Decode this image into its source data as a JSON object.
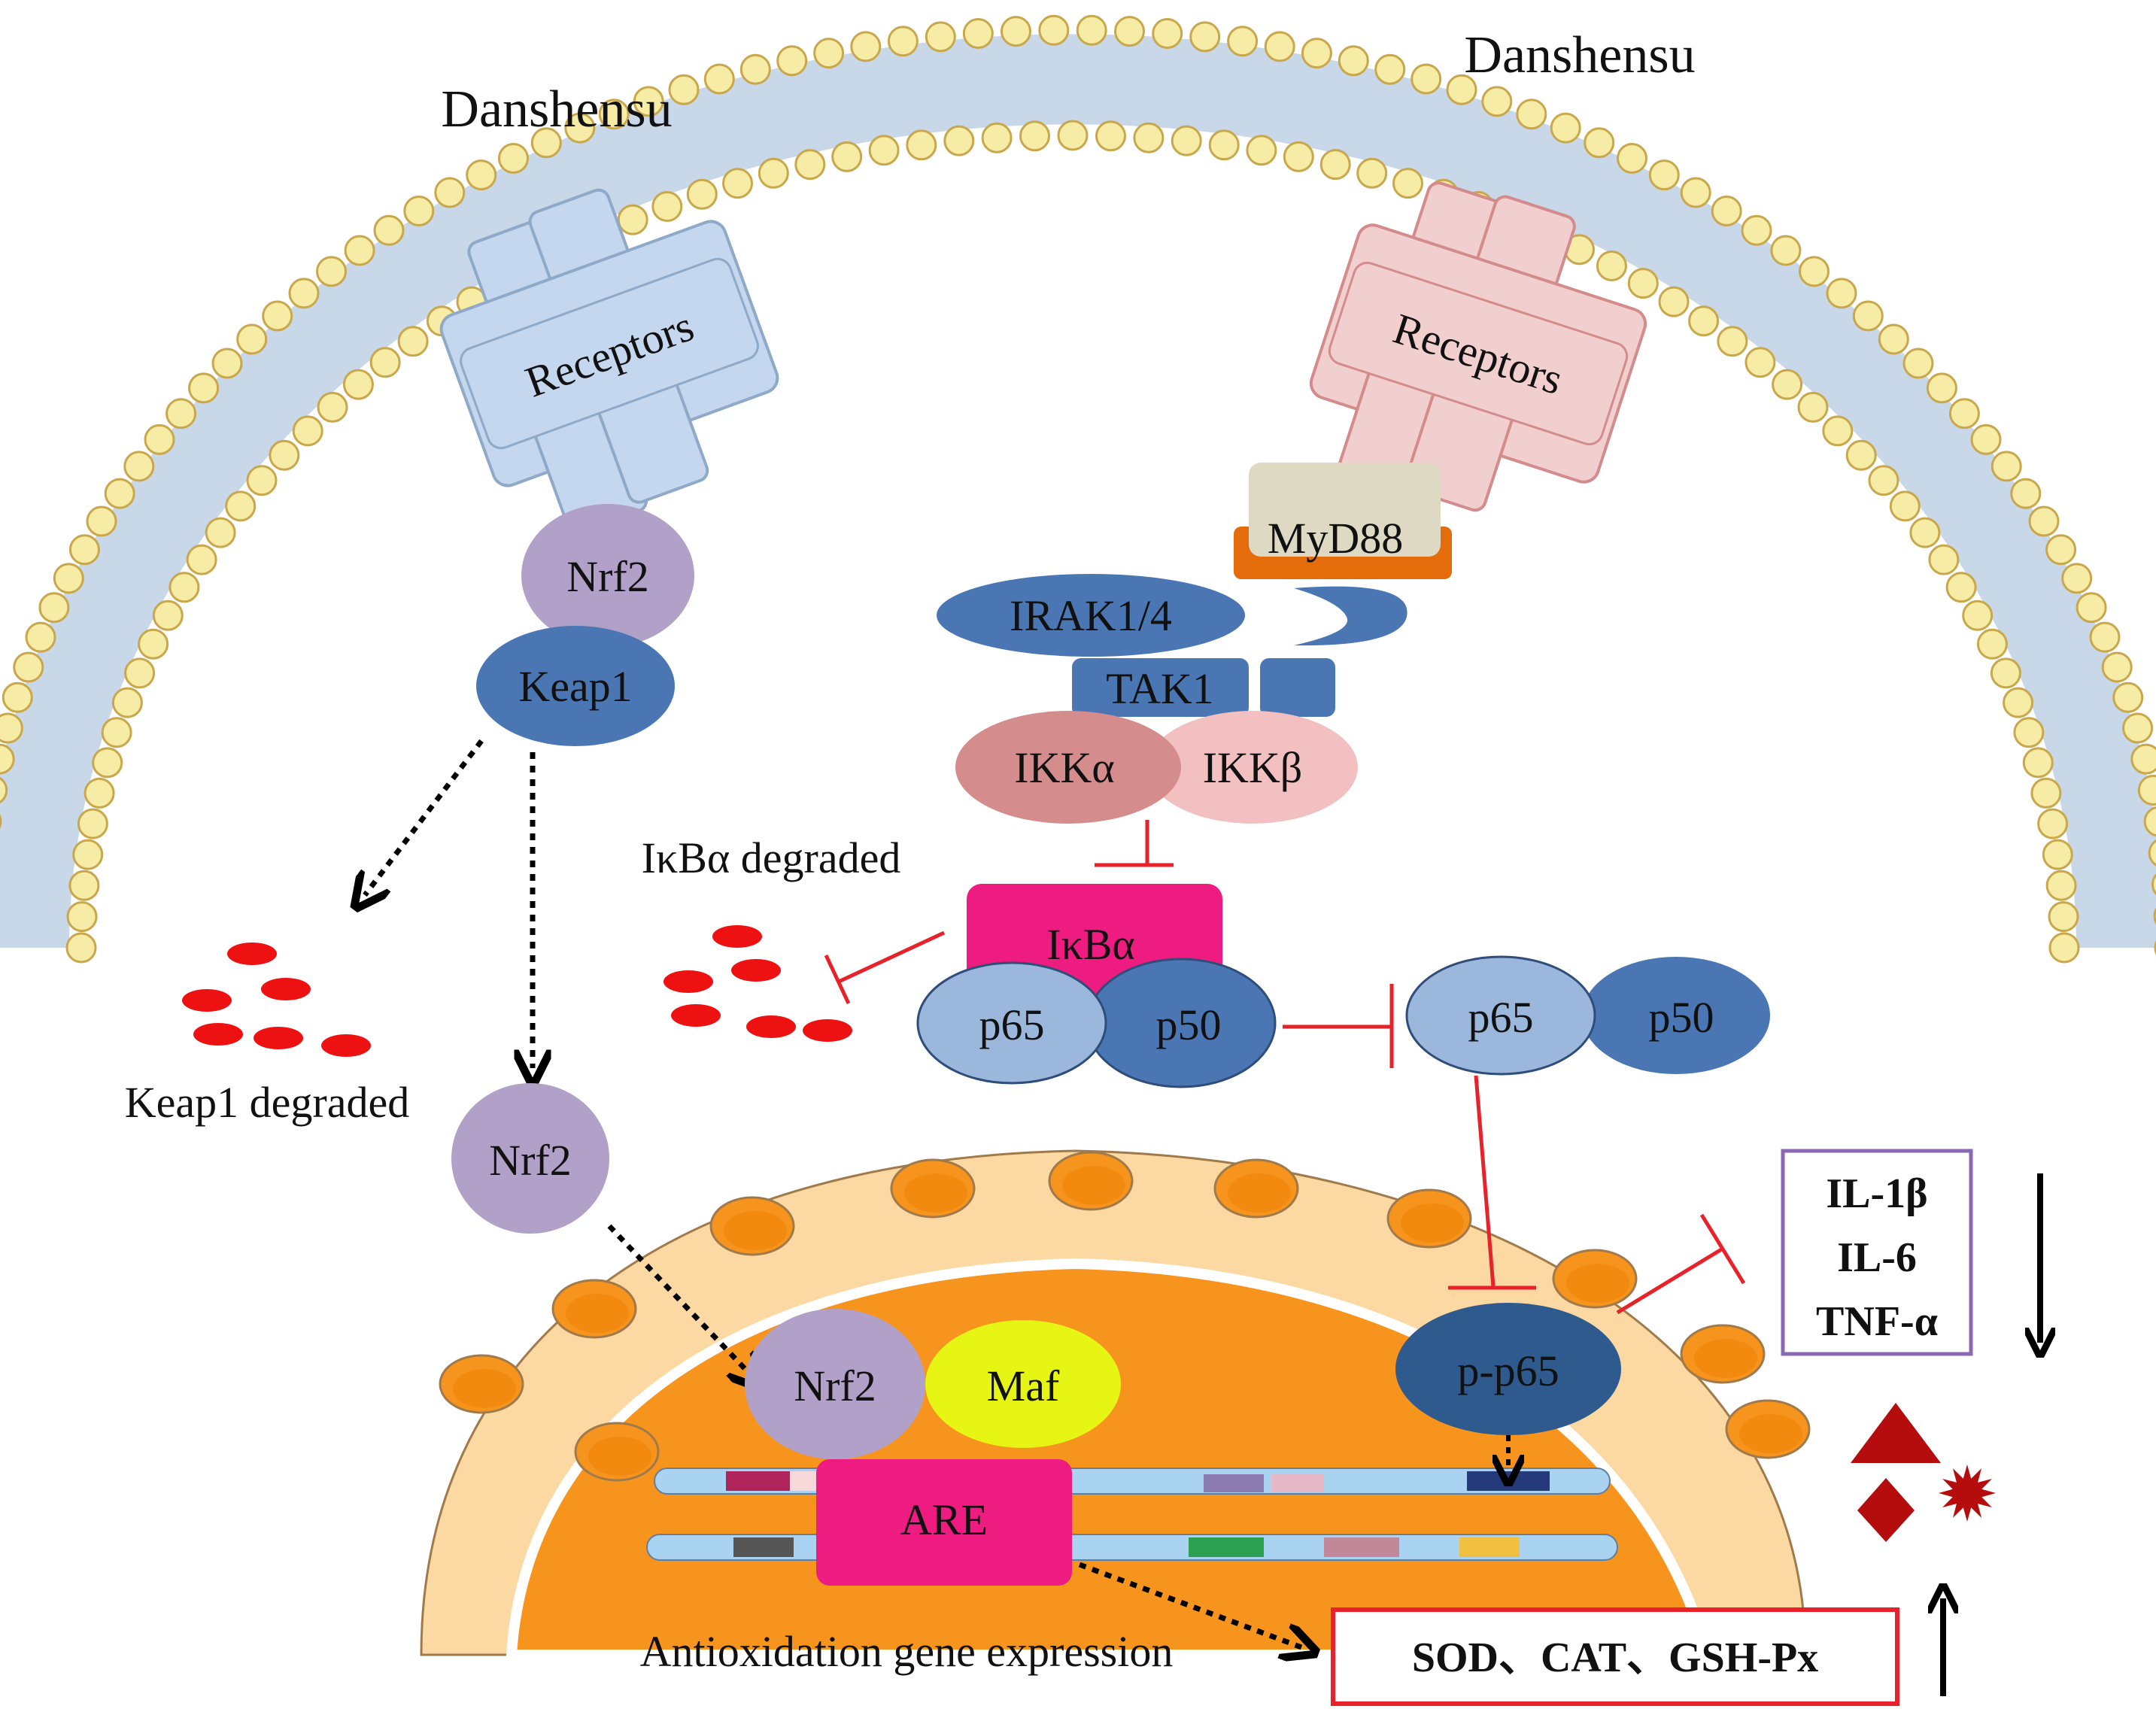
{
  "ligands": {
    "left": "Danshensu",
    "right": "Danshensu"
  },
  "receptors": {
    "left": "Receptors",
    "right": "Receptors"
  },
  "nrf2_pathway": {
    "nrf2": "Nrf2",
    "keap1": "Keap1",
    "keap1_degraded": "Keap1 degraded",
    "nrf2_free": "Nrf2",
    "nrf2_nucleus": "Nrf2",
    "maf": "Maf",
    "are": "ARE",
    "antioxidation": "Antioxidation gene expression"
  },
  "nfkb_pathway": {
    "myd88": "MyD88",
    "irak": "IRAK1/4",
    "tak1": "TAK1",
    "ikka": "IKKα",
    "ikkb": "IKKβ",
    "ikba_degraded": "IκBα degraded",
    "ikba": "IκBα",
    "p65_bound": "p65",
    "p50_bound": "p50",
    "p65_free": "p65",
    "p50_free": "p50",
    "pp65": "p-p65"
  },
  "cytokines": [
    "IL-1β",
    "IL-6",
    "TNF-α"
  ],
  "enzymes": "SOD、CAT、GSH-Px",
  "colors": {
    "membrane_head": "#f7eca6",
    "membrane_band": "#c9d8e8",
    "receptor_left": "#c5d7ee",
    "receptor_right": "#f2cfcf",
    "signal_blue": "#4a77b4",
    "nrf2_purple": "#b1a0c7",
    "ikba_pink": "#ee1c80",
    "inhibit_red": "#e8222a",
    "nucleus_orange": "#f7941d",
    "envelope_tan": "#fcd9a2",
    "maf_yellow": "#e6f514",
    "myd88_orange": "#e46c0a",
    "myd88_beige": "#ddd9c3",
    "ikka": "#d48c8c",
    "ikkb": "#f2c0c0",
    "cytokine_box": "#8a68b3"
  },
  "icons": [
    "down-arrow-icon",
    "up-arrow-icon",
    "triangle-icon",
    "diamond-icon",
    "burst-icon"
  ]
}
